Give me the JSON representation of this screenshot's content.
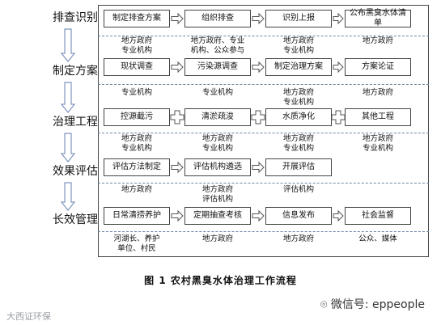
{
  "stages": [
    {
      "label": "排查识别",
      "steps": [
        "制定排查方案",
        "组织排查",
        "识别上报",
        "公布黑臭水体清单"
      ],
      "connector": "arrow",
      "responsible": [
        "地方政府\n专业机构",
        "地方政府、专业\n机构、公众参与",
        "地方政府\n专业机构",
        "地方政府"
      ]
    },
    {
      "label": "制定方案",
      "steps": [
        "现状调查",
        "污染源调查",
        "制定治理方案",
        "方案论证"
      ],
      "connector": "arrow",
      "responsible": [
        "专业机构",
        "专业机构",
        "地方政府\n专业机构",
        "地方政府"
      ]
    },
    {
      "label": "治理工程",
      "steps": [
        "控源截污",
        "清淤疏浚",
        "水质净化",
        "其他工程"
      ],
      "connector": "plus",
      "responsible": [
        "地方政府\n专业机构",
        "地方政府\n专业机构",
        "地方政府\n专业机构",
        "地方政府\n专业机构"
      ]
    },
    {
      "label": "效果评估",
      "steps": [
        "评估方法制定",
        "评估机构遴选",
        "开展评估"
      ],
      "connector": "arrow",
      "responsible": [
        "地方政府",
        "地方政府\n评估机构",
        "评估机构"
      ]
    },
    {
      "label": "长效管理",
      "steps": [
        "日常清捞养护",
        "定期抽查考核",
        "信息发布",
        "社会监督"
      ],
      "connector": "arrow",
      "responsible": [
        "河湖长、养护\n单位、村民",
        "地方政府",
        "地方政府",
        "公众、媒体"
      ]
    }
  ],
  "caption": "图 1    农村黑臭水体治理工作流程",
  "watermark_left": "大西证环保",
  "watermark_right": "微信号: eppeople",
  "colors": {
    "border": "#444444",
    "down_arrow": "#7f95bd",
    "separator": "#6f86a8"
  }
}
